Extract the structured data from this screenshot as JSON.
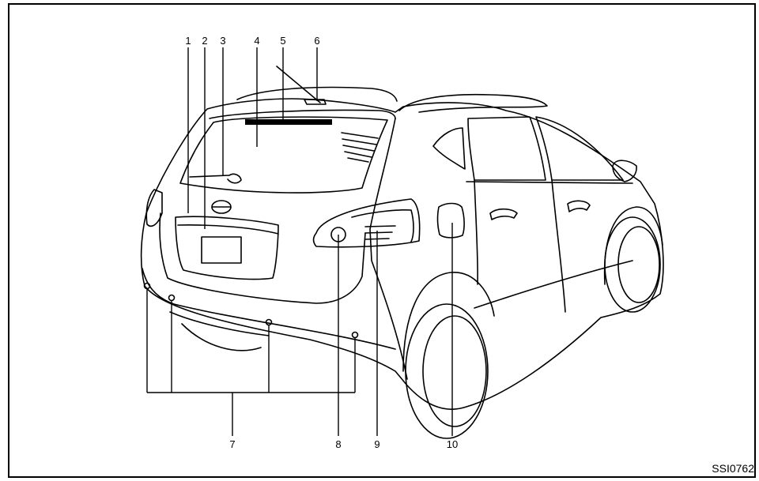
{
  "diagram": {
    "callouts": [
      {
        "label": "1",
        "target": "rear-lamp-switch"
      },
      {
        "label": "2",
        "target": "back-door-opener"
      },
      {
        "label": "3",
        "target": "rear-wiper"
      },
      {
        "label": "4",
        "target": "rear-window"
      },
      {
        "label": "5",
        "target": "high-mount-stop-light"
      },
      {
        "label": "6",
        "target": "antenna"
      },
      {
        "label": "7",
        "target": "rear-sonar-sensors"
      },
      {
        "label": "8",
        "target": "rear-reflector-light"
      },
      {
        "label": "9",
        "target": "rear-combination-light"
      },
      {
        "label": "10",
        "target": "fuel-filler-door"
      }
    ],
    "figure_code": "SSI0762"
  },
  "colors": {
    "line": "#000000",
    "background": "#ffffff"
  }
}
